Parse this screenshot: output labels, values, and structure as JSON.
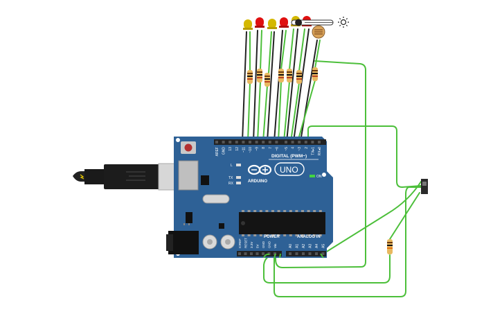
{
  "board": {
    "brand": "ARDUINO",
    "model": "UNO",
    "on_label": "ON",
    "digital_header": "DIGITAL (PWM~)",
    "analog_header": "ANALOG IN",
    "power_header": "POWER",
    "led_labels": [
      "L",
      "TX",
      "RX"
    ],
    "digital_pins": [
      "AREF",
      "GND",
      "13",
      "12",
      "~11",
      "~10",
      "~9",
      "8",
      "7",
      "~6",
      "~5",
      "4",
      "~3",
      "2",
      "TX▸1",
      "RX◂0"
    ],
    "power_pins": [
      "IOREF",
      "RESET",
      "3.3V",
      "5V",
      "GND",
      "GND",
      "Vin"
    ],
    "analog_pins": [
      "A0",
      "A1",
      "A2",
      "A3",
      "A4",
      "A5"
    ]
  },
  "colors": {
    "board": "#2e6196",
    "wire_green": "#4cbf3a",
    "wire_black": "#222222",
    "led_red": "#e01010",
    "led_yellow": "#d4b800"
  },
  "leds": [
    "yellow",
    "red",
    "yellow",
    "red",
    "yellow",
    "red"
  ],
  "light_slider": {
    "icon": "sun-icon",
    "level": 0.1
  }
}
